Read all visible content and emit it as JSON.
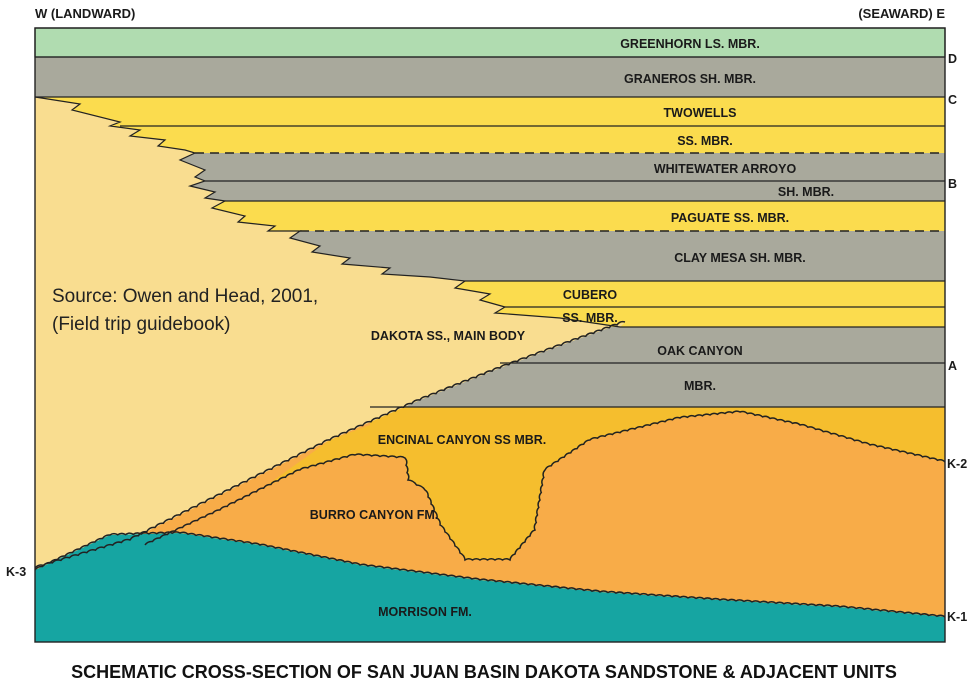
{
  "header": {
    "left": "W (LANDWARD)",
    "right": "(SEAWARD) E"
  },
  "colors": {
    "greenhorn": "#b0dcb0",
    "shale": "#a9a99c",
    "sandstone": "#fbdc4e",
    "dakota_main": "#f9dd90",
    "encinal": "#f5be2e",
    "burro": "#f8ac48",
    "morrison": "#16a5a2"
  },
  "units": {
    "greenhorn": "GREENHORN LS. MBR.",
    "graneros": "GRANEROS SH. MBR.",
    "twowells_1": "TWOWELLS",
    "twowells_2": "SS. MBR.",
    "whitewater_1": "WHITEWATER ARROYO",
    "whitewater_2": "SH. MBR.",
    "paguate": "PAGUATE SS. MBR.",
    "clay_mesa": "CLAY MESA SH. MBR.",
    "cubero_1": "CUBERO",
    "cubero_2": "SS. MBR.",
    "dakota_main": "DAKOTA SS., MAIN BODY",
    "oak_canyon_1": "OAK CANYON",
    "oak_canyon_2": "MBR.",
    "encinal": "ENCINAL CANYON SS MBR.",
    "burro": "BURRO CANYON FM.",
    "morrison": "MORRISON FM."
  },
  "markers": {
    "d": "D",
    "c": "C",
    "b": "B",
    "a": "A",
    "k2": "K-2",
    "k1": "K-1",
    "k3": "K-3"
  },
  "source_line_1": "Source: Owen and Head, 2001,",
  "source_line_2": "(Field trip guidebook)",
  "title": "SCHEMATIC CROSS-SECTION OF SAN JUAN BASIN DAKOTA SANDSTONE & ADJACENT UNITS"
}
